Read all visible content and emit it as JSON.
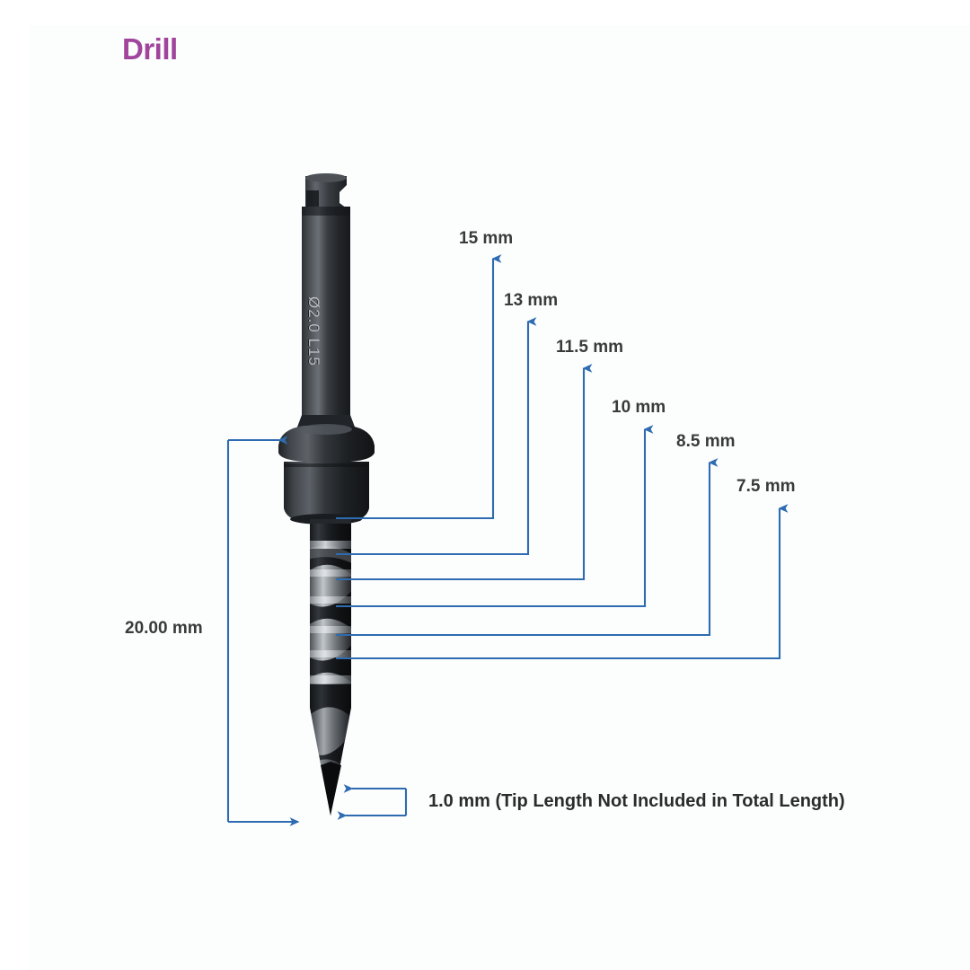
{
  "page": {
    "title": "Drill",
    "title_color": "#a0459b",
    "background_color": "#ffffff",
    "panel_color": "#fcfefe",
    "leader_color": "#2e6bb0"
  },
  "product": {
    "shank_marking": "Ø2.0 L15"
  },
  "total_length": {
    "label": "20.00 mm"
  },
  "tip": {
    "note": "1.0 mm (Tip Length Not Included in Total Length)"
  },
  "depth_marks": [
    {
      "label": "15 mm"
    },
    {
      "label": "13 mm"
    },
    {
      "label": "11.5 mm"
    },
    {
      "label": "10 mm"
    },
    {
      "label": "8.5 mm"
    },
    {
      "label": "7.5 mm"
    }
  ]
}
